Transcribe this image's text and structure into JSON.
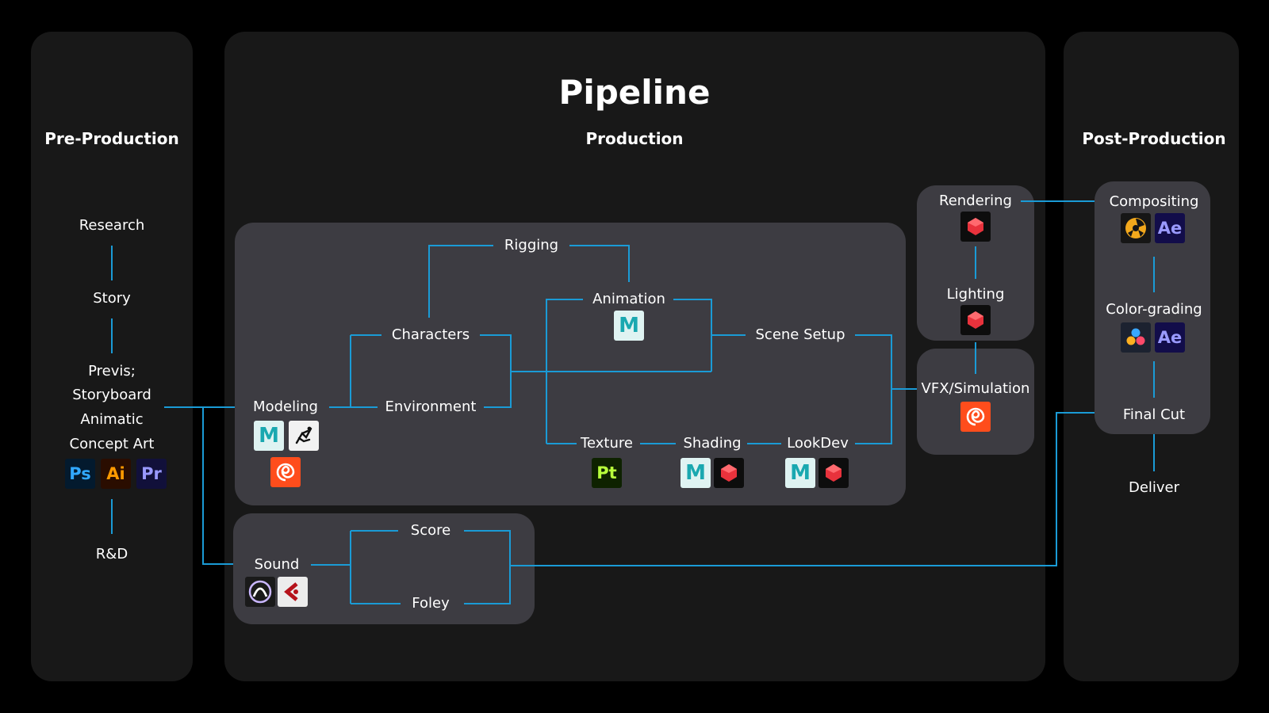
{
  "title": "Pipeline",
  "columns": {
    "pre": "Pre-Production",
    "production": "Production",
    "post": "Post-Production"
  },
  "pre_production": {
    "research": "Research",
    "story": "Story",
    "previs_lines": [
      "Previs;",
      "Storyboard",
      "Animatic",
      "Concept Art"
    ],
    "rd": "R&D",
    "icons": [
      "photoshop-icon",
      "illustrator-icon",
      "premiere-icon"
    ],
    "icon_labels": [
      "Ps",
      "Ai",
      "Pr"
    ]
  },
  "production": {
    "modeling": "Modeling",
    "characters": "Characters",
    "environment": "Environment",
    "rigging": "Rigging",
    "animation": "Animation",
    "scene_setup": "Scene Setup",
    "texture": "Texture",
    "shading": "Shading",
    "lookdev": "LookDev",
    "rendering": "Rendering",
    "lighting": "Lighting",
    "vfx": "VFX/Simulation",
    "sound": "Sound",
    "score": "Score",
    "foley": "Foley",
    "texture_icon_label": "Pt",
    "maya_label": "M"
  },
  "post_production": {
    "compositing": "Compositing",
    "color_grading": "Color-grading",
    "final_cut": "Final Cut",
    "deliver": "Deliver",
    "ae_label": "Ae"
  },
  "colors": {
    "connector": "#1a9bd6",
    "column_bg": "#181818",
    "panel_bg": "#3d3c42"
  }
}
